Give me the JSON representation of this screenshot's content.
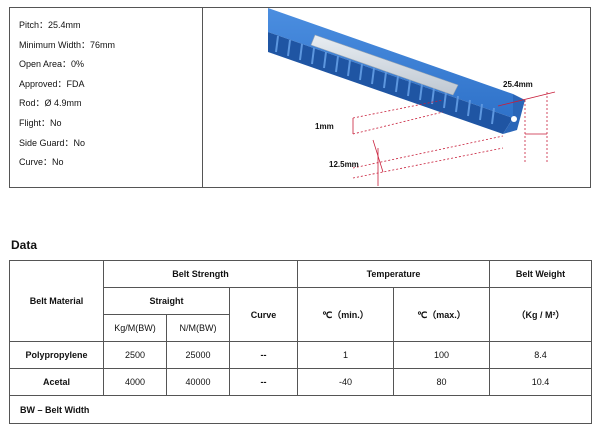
{
  "specs": {
    "pitch": "Pitch：25.4mm",
    "min_width": "Minimum Width：76mm",
    "open_area": "Open Area：0%",
    "approved": "Approved：FDA",
    "rod": "Rod：Ø 4.9mm",
    "flight": "Flight：No",
    "side_guard": "Side Guard：No",
    "curve": "Curve：No"
  },
  "figure": {
    "dim_pitch": "25.4mm",
    "dim_1mm": "1mm",
    "dim_12_5mm": "12.5mm",
    "colors": {
      "belt": "#2f72c9",
      "belt_dark": "#1f55a3",
      "dimension": "#c81e3a"
    }
  },
  "section_title": "Data",
  "table": {
    "belt_material": "Belt Material",
    "belt_strength": "Belt Strength",
    "straight": "Straight",
    "curve": "Curve",
    "kg_m_bw": "Kg/M(BW)",
    "n_m_bw": "N/M(BW)",
    "temperature": "Temperature",
    "temp_min": "℃（min.）",
    "temp_max": "℃（max.）",
    "belt_weight": "Belt Weight",
    "weight_unit": "（Kg / M²）",
    "rows": [
      {
        "material": "Polypropylene",
        "kg": "2500",
        "n": "25000",
        "curve": "--",
        "tmin": "1",
        "tmax": "100",
        "weight": "8.4"
      },
      {
        "material": "Acetal",
        "kg": "4000",
        "n": "40000",
        "curve": "--",
        "tmin": "-40",
        "tmax": "80",
        "weight": "10.4"
      }
    ],
    "footnote": "BW – Belt Width"
  }
}
